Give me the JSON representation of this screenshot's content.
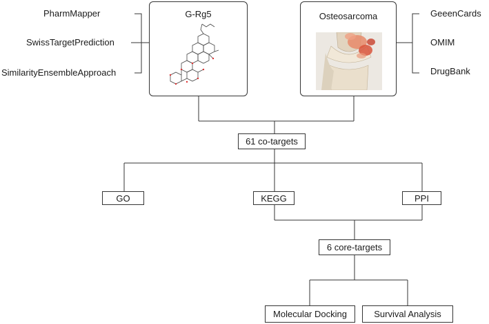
{
  "drug": {
    "title": "G-Rg5",
    "sources": [
      "PharmMapper",
      "SwissTargetPrediction",
      "SimilarityEnsembleApproach"
    ]
  },
  "disease": {
    "title": "Osteosarcoma",
    "sources": [
      "GeeenCards",
      "OMIM",
      "DrugBank"
    ]
  },
  "cotargets": "61 co-targets",
  "analyses": {
    "go": "GO",
    "kegg": "KEGG",
    "ppi": "PPI"
  },
  "core": "6 core-targets",
  "validation": {
    "docking": "Molecular Docking",
    "survival": "Survival Analysis"
  }
}
